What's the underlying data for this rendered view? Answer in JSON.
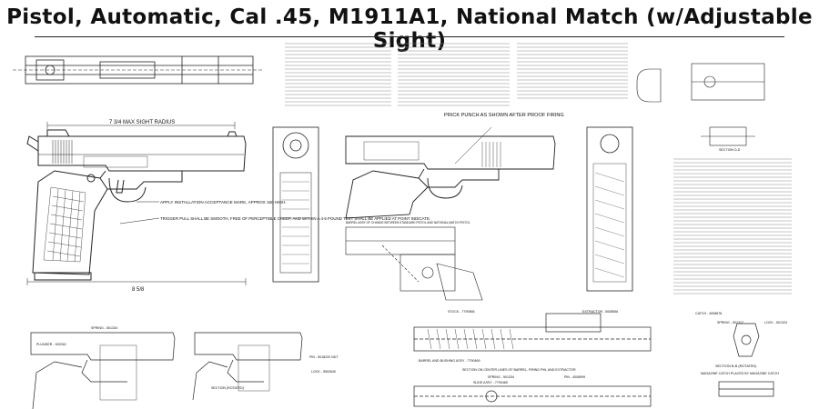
{
  "title": "Pistol, Automatic, Cal .45, M1911A1, National Match (w/Adjustable Sight)",
  "callouts": {
    "max_sight_radius": "7 3/4 MAX SIGHT RADIUS",
    "acceptance_mark": "APPLY INSTALLATION ACCEPTANCE MARK, APPROX 150 HIGH.",
    "trigger_pull": "TRIGGER PULL SHALL BE SMOOTH, FREE OF PERCEPTIBLE CREEP, AND WITHIN A 4-5 POUND TEST SHALL BE APPLIED AT POINT INDICATE.",
    "prick_punch": "PRICK PUNCH AS SHOWN AFTER PROOF FIRING",
    "overall_length": "8 5/8",
    "barrel_assy_label": "BARREL ASSY OF CHANGE BETWEEN STANDARD PISTOL AND NATIONAL MATCH PISTOL",
    "stock_label": "STOCK - 7790566",
    "extractor_label": "EXTRACTOR - 5008556",
    "spring_top": "SPRING - 501334",
    "plunger_label": "PLUNGER - 502018",
    "pin_label": "PIN - 5018220 NDT",
    "lock_label": "LOCK - 5502640",
    "spring_bottom": "SPRING - 501334",
    "slide_label": "SLIDE ASSY - 7790465",
    "pin_bottom": "PIN - 4008599",
    "section_a": "SECTION ON CENTER LINES OF BARREL, FIRING PIN, AND EXTRACTOR",
    "section_b": "SECTION B-B (ROTATED)",
    "magazine_catch": "MAGAZINE CATCH PLACED BY MAGAZINE CATCH",
    "catch_label": "CATCH - 4008678",
    "spring_right": "SPRING - 501317",
    "lock_right": "LOCK - 501324",
    "barrel_bushing": "BARREL AND BUSHING ASSY - 7790469",
    "section_view": "SECTION (ROTATED)",
    "section_d": "SECTION D-D"
  }
}
